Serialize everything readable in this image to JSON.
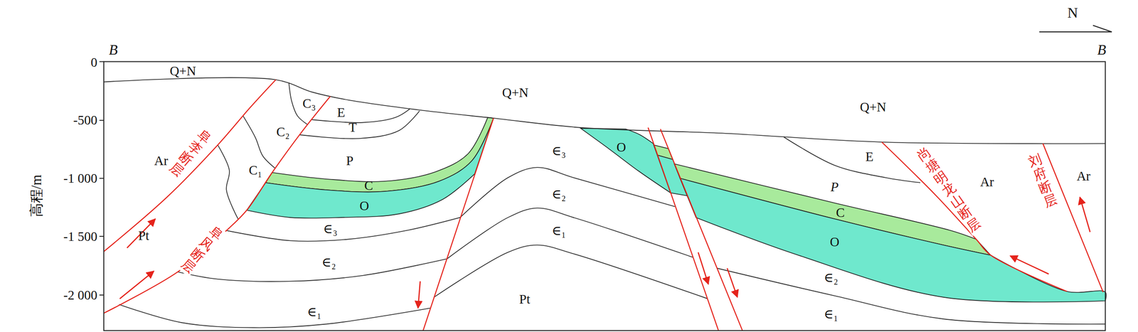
{
  "diagram": {
    "labels": [
      "N",
      "B",
      "B",
      "0",
      "-500",
      "-1 000",
      "-1 500",
      "-2 000",
      "高程/m",
      "Q+N",
      "Q+N",
      "Q+N",
      "C₃",
      "E",
      "T",
      "C₂",
      "Ar",
      "阜李断层",
      "C₁",
      "P",
      "C",
      "O",
      "阜风断层",
      "Pt",
      "∈₃",
      "∈₂",
      "∈₁",
      "∈₃",
      "∈₂",
      "∈₁",
      "Pt",
      "O",
      "E",
      "P",
      "C",
      "O",
      "∈₂",
      "∈₁",
      "尚塘明龙山断层",
      "Ar",
      "刘府断层",
      "Ar"
    ]
  }
}
